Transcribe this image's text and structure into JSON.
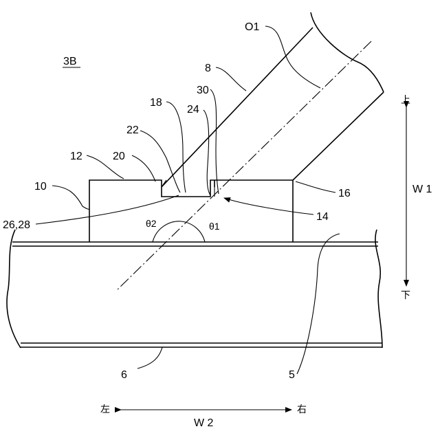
{
  "figure": {
    "fig_label": "3B",
    "labels": {
      "o1": "O1",
      "n8": "8",
      "n30": "30",
      "n18": "18",
      "n24": "24",
      "n22": "22",
      "n12": "12",
      "n20": "20",
      "n10": "10",
      "n16": "16",
      "n26_28": "26,28",
      "n14": "14",
      "theta2": "θ2",
      "theta1": "θ1",
      "n6": "6",
      "n5": "5"
    },
    "vertical_dimension": {
      "top": "上",
      "bottom": "下",
      "label": "W 1"
    },
    "horizontal_dimension": {
      "left": "左",
      "right": "右",
      "label": "W 2"
    }
  }
}
